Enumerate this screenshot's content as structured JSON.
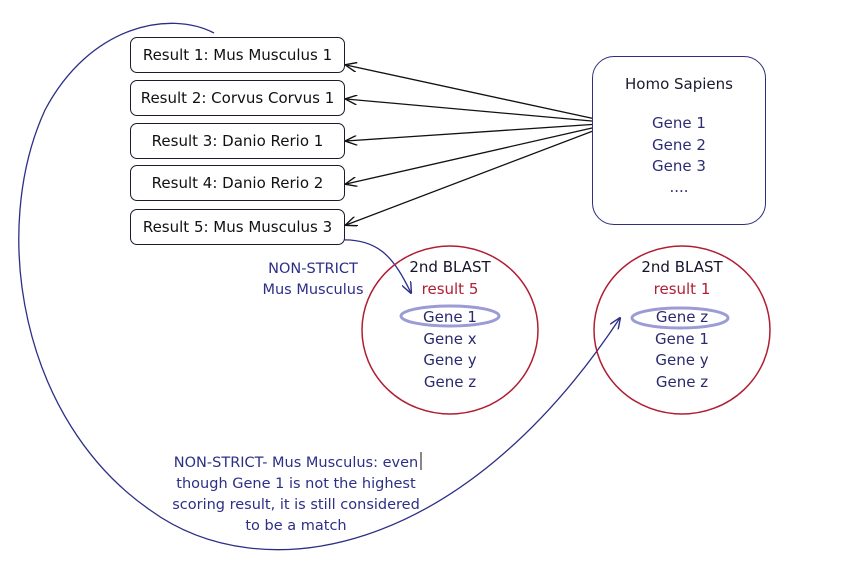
{
  "results": [
    "Result 1: Mus Musculus 1",
    "Result 2: Corvus Corvus 1",
    "Result 3: Danio Rerio 1",
    "Result 4: Danio Rerio 2",
    "Result 5: Mus Musculus 3"
  ],
  "query": {
    "title": "Homo Sapiens",
    "genes": [
      "Gene 1",
      "Gene 2",
      "Gene 3",
      "...."
    ]
  },
  "blast_left": {
    "title": "2nd BLAST",
    "result": "result 5",
    "genes": [
      "Gene 1",
      "Gene x",
      "Gene y",
      "Gene z"
    ]
  },
  "blast_right": {
    "title": "2nd BLAST",
    "result": "result 1",
    "genes": [
      "Gene z",
      "Gene 1",
      "Gene y",
      "Gene z"
    ]
  },
  "labels": {
    "nonstrict_short": [
      "NON-STRICT",
      "Mus Musculus"
    ],
    "nonstrict_long": [
      "NON-STRICT- Mus Musculus: even",
      "though Gene 1 is not the highest",
      "scoring result, it is still considered",
      "to be a match"
    ]
  },
  "colors": {
    "arrow": "#111111",
    "query_box_border": "#2e2e7a",
    "blast_circle": "#b01e33",
    "query_highlight": "#f0a48a",
    "gene_highlight": "#9b9bd6",
    "curve": "#2d2f86",
    "note_text": "#2d2f86"
  }
}
